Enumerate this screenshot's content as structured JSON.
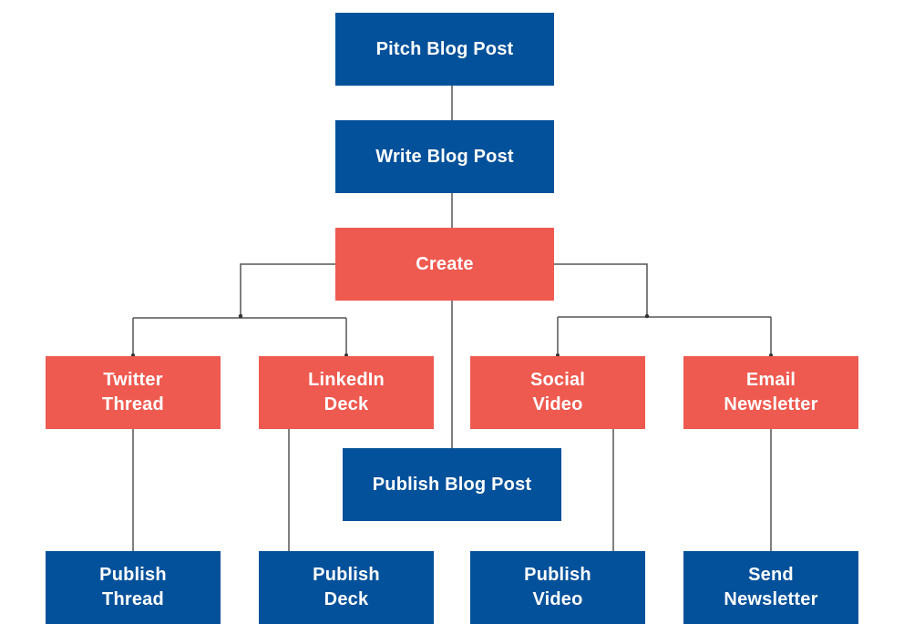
{
  "colors": {
    "primary_blue": "#03519a",
    "accent_red": "#ee5a50",
    "connector": "#555555"
  },
  "nodes": {
    "pitch_blog_post": "Pitch Blog Post",
    "write_blog_post": "Write Blog Post",
    "create": "Create",
    "twitter_thread": "Twitter\nThread",
    "linkedin_deck": "LinkedIn\nDeck",
    "social_video": "Social\nVideo",
    "email_newsletter": "Email\nNewsletter",
    "publish_blog_post": "Publish Blog Post",
    "publish_thread": "Publish\nThread",
    "publish_deck": "Publish\nDeck",
    "publish_video": "Publish\nVideo",
    "send_newsletter": "Send\nNewsletter"
  }
}
